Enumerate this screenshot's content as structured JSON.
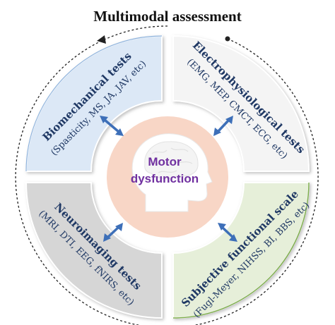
{
  "title": "Multimodal assessment",
  "center": {
    "line1": "Motor",
    "line2": "dysfunction"
  },
  "quadrants": [
    {
      "id": "biomechanical",
      "heading": "Biomechanical tests",
      "detail": "(Spasticity, MS, JA, JAV, etc)",
      "fill": "#dce8f6"
    },
    {
      "id": "electrophysiological",
      "heading": "Electrophysiological tests",
      "detail": "(EMG, MEP, CMCT, ECG, etc)",
      "fill": "#f4f4f4"
    },
    {
      "id": "neuroimaging",
      "heading": "Neuroimaging tests",
      "detail": "(MRI, DTI, EEG, fNIRS, etc)",
      "fill": "#d6d6d6"
    },
    {
      "id": "subjective",
      "heading": "Subjective functional scale",
      "detail": "(Fugl-Meyer, NIHSS, BI, BBS, etc)",
      "fill": "#e6efd9"
    }
  ],
  "colors": {
    "heading": "#1f3864",
    "detail": "#1f3864",
    "center_text": "#7030a0",
    "center_disc": "#f8d6c6",
    "arrow": "#3d6fb8",
    "dashed_arc": "#222222"
  },
  "icons": [
    "head-brain-icon",
    "arrow-icon",
    "dashed-cycle-arrow-icon"
  ]
}
